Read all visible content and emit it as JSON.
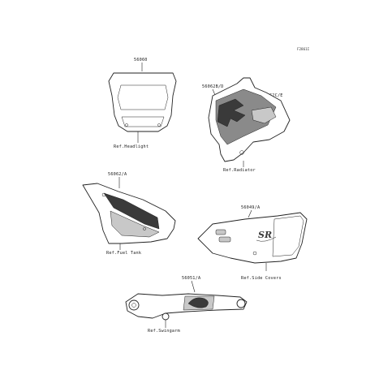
{
  "figure_code": "F2861I",
  "parts": {
    "headlight_cover": {
      "part_number": "56060",
      "ref_label": "Ref.Headlight"
    },
    "radiator_shroud": {
      "part_number_left": "56062B/D",
      "part_number_right": "56062C/E",
      "ref_label": "Ref.Radiator"
    },
    "fuel_tank": {
      "part_number": "56062/A",
      "ref_label": "Ref.Fuel Tank"
    },
    "side_covers": {
      "part_number": "56049/A",
      "ref_label": "Ref.Side Covers",
      "logo_text": "SR"
    },
    "swingarm": {
      "part_number": "56051/A",
      "ref_label": "Ref.Swingarm"
    }
  },
  "colors": {
    "line": "#222222",
    "dark_fill": "#3a3a3a",
    "mid_fill": "#8a8a8a",
    "light_fill": "#c8c8c8"
  }
}
